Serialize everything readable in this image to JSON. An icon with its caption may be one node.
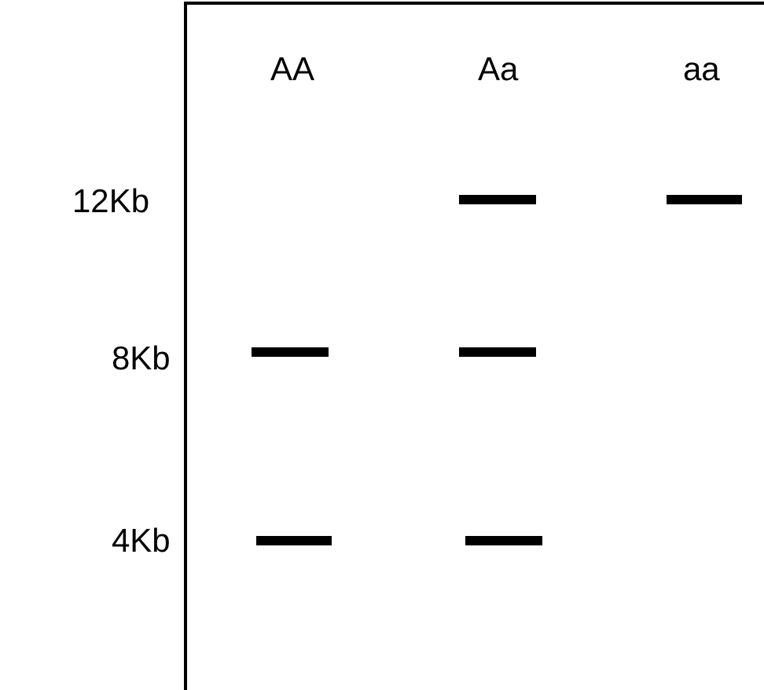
{
  "diagram": {
    "nodes": [
      {
        "text": [],
        "shape": "bar"
      },
      {
        "text": [],
        "shape": "bar"
      },
      {
        "text": [],
        "shape": "bar"
      },
      {
        "text": [],
        "shape": "bar"
      },
      {
        "text": [],
        "shape": "bar"
      },
      {
        "text": [],
        "shape": "bar"
      }
    ],
    "labels": [
      "AA",
      "Aa",
      "aa",
      "12Kb",
      "8Kb",
      "4Kb"
    ]
  }
}
